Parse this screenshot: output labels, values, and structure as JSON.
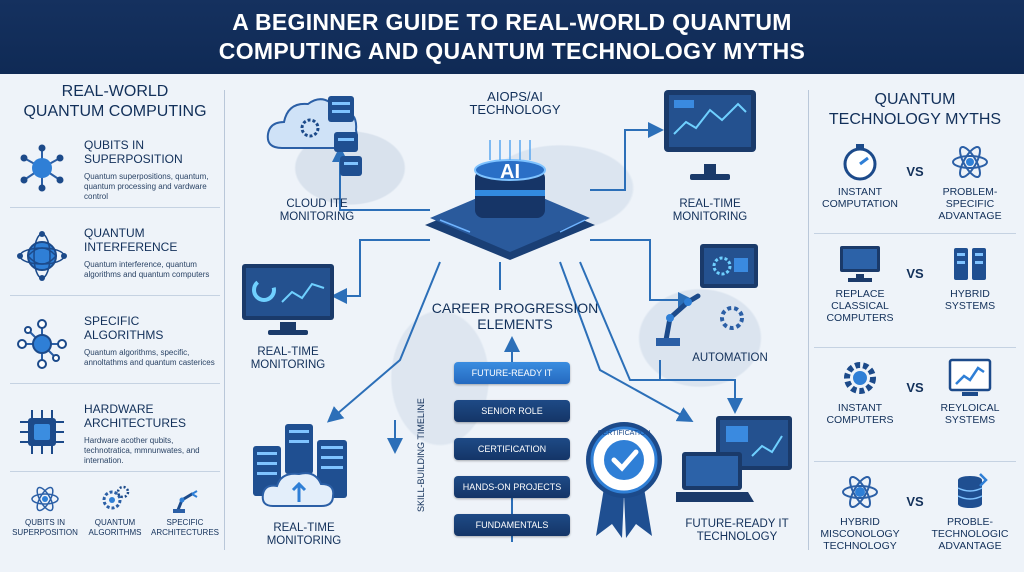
{
  "header": {
    "line1": "A BEGINNER GUIDE TO REAL-WORLD QUANTUM",
    "line2": "COMPUTING AND QUANTUM TECHNOLOGY MYTHS"
  },
  "left_panel": {
    "title_line1": "REAL-WORLD",
    "title_line2": "QUANTUM COMPUTING",
    "items": [
      {
        "title": "QUBITS IN SUPERPOSITION",
        "desc": "Quantum superpositions, quantum, quantum processing and vardware control",
        "icon": "qubit-node-icon"
      },
      {
        "title": "QUANTUM INTERFERENCE",
        "desc": "Quantum interference, quantum algorithms and quantum computers",
        "icon": "interference-sphere-icon"
      },
      {
        "title": "SPECIFIC ALGORITHMS",
        "desc": "Quantum algorithms, specific, annoltathms and quantum casterices",
        "icon": "algorithm-network-icon"
      },
      {
        "title": "HARDWARE ARCHITECTURES",
        "desc": "Hardware acother qubits, technotratica, mmnunwates, and internation.",
        "icon": "chip-icon"
      }
    ],
    "mini": [
      {
        "label1": "QUBITS IN",
        "label2": "SUPERPOSITION",
        "icon": "atom-icon"
      },
      {
        "label1": "QUANTUM",
        "label2": "ALGORITHMS",
        "icon": "gears-icon"
      },
      {
        "label1": "SPECIFIC",
        "label2": "ARCHITECTURES",
        "icon": "robot-arm-icon"
      }
    ]
  },
  "center": {
    "ai_chip_label": "AI",
    "ai_title_line1": "AIOps/AI",
    "ai_title_line2": "TECHNOLOGY",
    "cloud_label_line1": "CLOUD ITE",
    "cloud_label_line2": "MONITORING",
    "rt_top_line1": "REAL-TIME",
    "rt_top_line2": "MONITORING",
    "rt_left_line1": "REAL-TIME",
    "rt_left_line2": "MONITORING",
    "automation_label": "AUTOMATION",
    "rt_bottom_line1": "REAL-TIME",
    "rt_bottom_line2": "MONITORING",
    "future_line1": "FUTURE-READY IT",
    "future_line2": "TECHNOLOGY",
    "career_line1": "CAREER PROGRESSION",
    "career_line2": "ELEMENTS",
    "timeline_label": "SKILL-BUILDING TIMELINE",
    "certification_badge": "CERTIFICATION",
    "steps": [
      "FUTURE-READY IT",
      "SENIOR ROLE",
      "CERTIFICATION",
      "HANDS-ON PROJECTS",
      "FUNDAMENTALS"
    ]
  },
  "right_panel": {
    "title_line1": "QUANTUM",
    "title_line2": "TECHNOLOGY MYTHS",
    "vs": "VS",
    "rows": [
      {
        "left1": "INSTANT",
        "left2": "COMPUTATION",
        "right1": "PROBLEM-SPECIFIC",
        "right2": "ADVANTAGE",
        "left_icon": "stopwatch-icon",
        "right_icon": "atom-icon"
      },
      {
        "left1": "REPLACE",
        "left2": "CLASSICAL COMPUTERS",
        "right1": "HYBRID",
        "right2": "SYSTEMS",
        "left_icon": "computer-icon",
        "right_icon": "server-icon"
      },
      {
        "left1": "INSTANT",
        "left2": "COMPUTERS",
        "right1": "REYLOICAL",
        "right2": "SYSTEMS",
        "left_icon": "gear-icon",
        "right_icon": "chart-screen-icon"
      },
      {
        "left1": "HYBRID",
        "left2": "MISCONOLOGY TECHNOLOGY",
        "right1": "PROBLE-",
        "right2": "TECHNOLOGIC ADVANTAGE",
        "left_icon": "atom-icon",
        "right_icon": "database-icon"
      }
    ]
  },
  "colors": {
    "navy": "#12305a",
    "header_bg": "#15315f",
    "accent_blue": "#2f7fd6",
    "line_blue": "#2c6fb8",
    "active_pill": "#3b8de0"
  }
}
